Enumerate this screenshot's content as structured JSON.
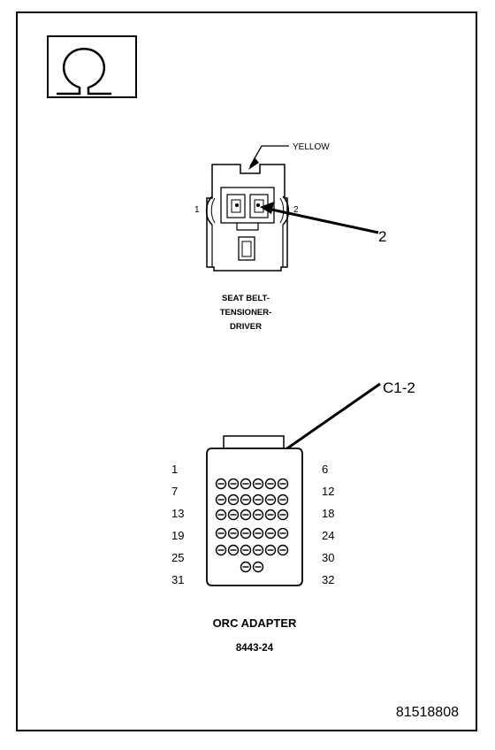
{
  "yellow_label": "YELLOW",
  "callout_2": "2",
  "tensioner": {
    "pin_left": "1",
    "pin_right": "2",
    "title_line1": "SEAT BELT-",
    "title_line2": "TENSIONER-",
    "title_line3": "DRIVER"
  },
  "callout_c1_2": "C1-2",
  "adapter": {
    "row_labels_left": [
      "1",
      "7",
      "13",
      "19",
      "25",
      "31"
    ],
    "row_labels_right": [
      "6",
      "12",
      "18",
      "24",
      "30",
      "32"
    ],
    "title": "ORC ADAPTER",
    "part_number": "8443-24"
  },
  "figure_id": "81518808"
}
